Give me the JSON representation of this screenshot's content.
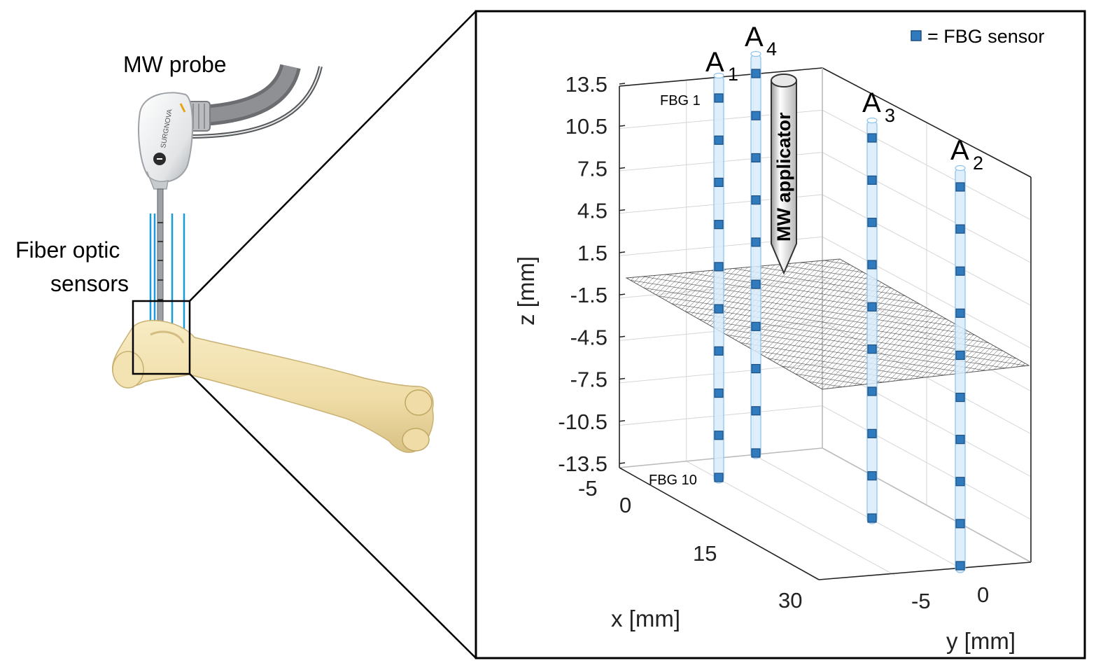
{
  "left_panel": {
    "probe_label": "MW probe",
    "fiber_label_line1": "Fiber optic",
    "fiber_label_line2": "sensors",
    "brand_text": "SURGNOVA"
  },
  "right_panel": {
    "legend_text": "= FBG sensor",
    "applicator_text": "MW applicator",
    "fbg_first_label": "FBG 1",
    "fbg_last_label": "FBG 10",
    "antennas": [
      {
        "letter": "A",
        "sub": "1"
      },
      {
        "letter": "A",
        "sub": "4"
      },
      {
        "letter": "A",
        "sub": "3"
      },
      {
        "letter": "A",
        "sub": "2"
      }
    ],
    "z_axis": {
      "title": "z [mm]",
      "ticks": [
        "13.5",
        "10.5",
        "7.5",
        "4.5",
        "1.5",
        "-1.5",
        "-4.5",
        "-7.5",
        "-10.5",
        "-13.5"
      ]
    },
    "x_axis": {
      "title": "x [mm]",
      "ticks": [
        "-5",
        "0",
        "15",
        "30"
      ]
    },
    "y_axis": {
      "title": "y [mm]",
      "ticks": [
        "-5",
        "0"
      ]
    },
    "sensors_per_array": 10,
    "colors": {
      "sensor": "#2f7bbd",
      "sensor_edge": "#1f4f80",
      "tube_fill": "#d9ecfa",
      "tube_edge": "#8cc3ec",
      "fiber_line": "#1a9bd7",
      "bone": "#f2e2b0"
    }
  }
}
